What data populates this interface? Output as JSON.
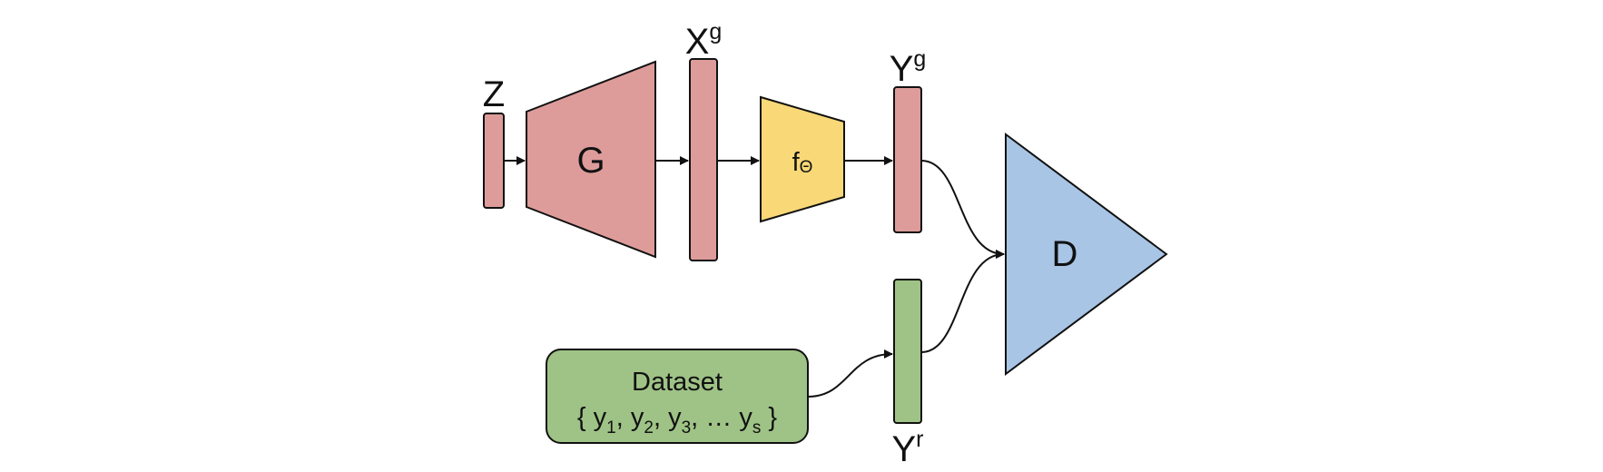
{
  "nodes": {
    "z": {
      "label": "Z",
      "fill": "#dd9c9a"
    },
    "g": {
      "label": "G",
      "fill": "#dd9c9a"
    },
    "xg": {
      "label": "X",
      "sup": "g",
      "fill": "#dd9c9a"
    },
    "f": {
      "label": "f",
      "sub": "Θ",
      "fill": "#f8d877"
    },
    "yg": {
      "label": "Y",
      "sup": "g",
      "fill": "#dd9c9a"
    },
    "yr": {
      "label": "Y",
      "sup": "r",
      "fill": "#9fc386"
    },
    "dataset": {
      "title": "Dataset",
      "set_open": "{ y",
      "s1": "1",
      "c1": ", y",
      "s2": "2",
      "c2": ", y",
      "s3": "3",
      "c3": ", … y",
      "s4": "s",
      "set_close": " }",
      "fill": "#9fc386"
    },
    "d": {
      "label": "D",
      "fill": "#a8c5e5"
    }
  },
  "edges": [
    {
      "from": "z",
      "to": "g"
    },
    {
      "from": "g",
      "to": "xg"
    },
    {
      "from": "xg",
      "to": "f"
    },
    {
      "from": "f",
      "to": "yg"
    },
    {
      "from": "yg",
      "to": "d"
    },
    {
      "from": "dataset",
      "to": "yr"
    },
    {
      "from": "yr",
      "to": "d"
    }
  ]
}
